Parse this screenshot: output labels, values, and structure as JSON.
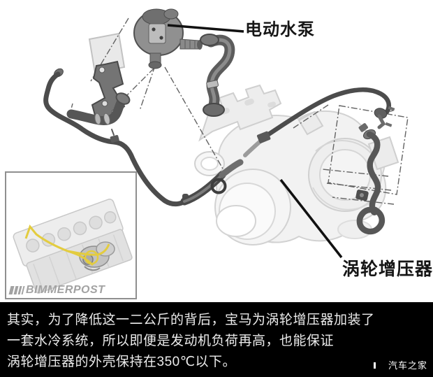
{
  "diagram": {
    "pump_label": "电动水泵",
    "turbo_label": "涡轮增压器"
  },
  "inset": {
    "watermark": "BIMMERPOST"
  },
  "caption": {
    "lines": [
      "其实，为了降低这一二公斤的背后，宝马为涡轮增压器加装了",
      "一套水冷系统，所以即便是发动机负荷再高，也能保证",
      "涡轮增压器的外壳保持在350℃以下。"
    ]
  },
  "site_watermark": "汽车之家",
  "colors": {
    "caption_bg": "#000000",
    "caption_text": "#ececec",
    "label_text": "#161616",
    "coolant_highlight": "#e3cc3f",
    "dark_part": "#4c4c4c",
    "ghost_part": "#f2f2f2"
  }
}
